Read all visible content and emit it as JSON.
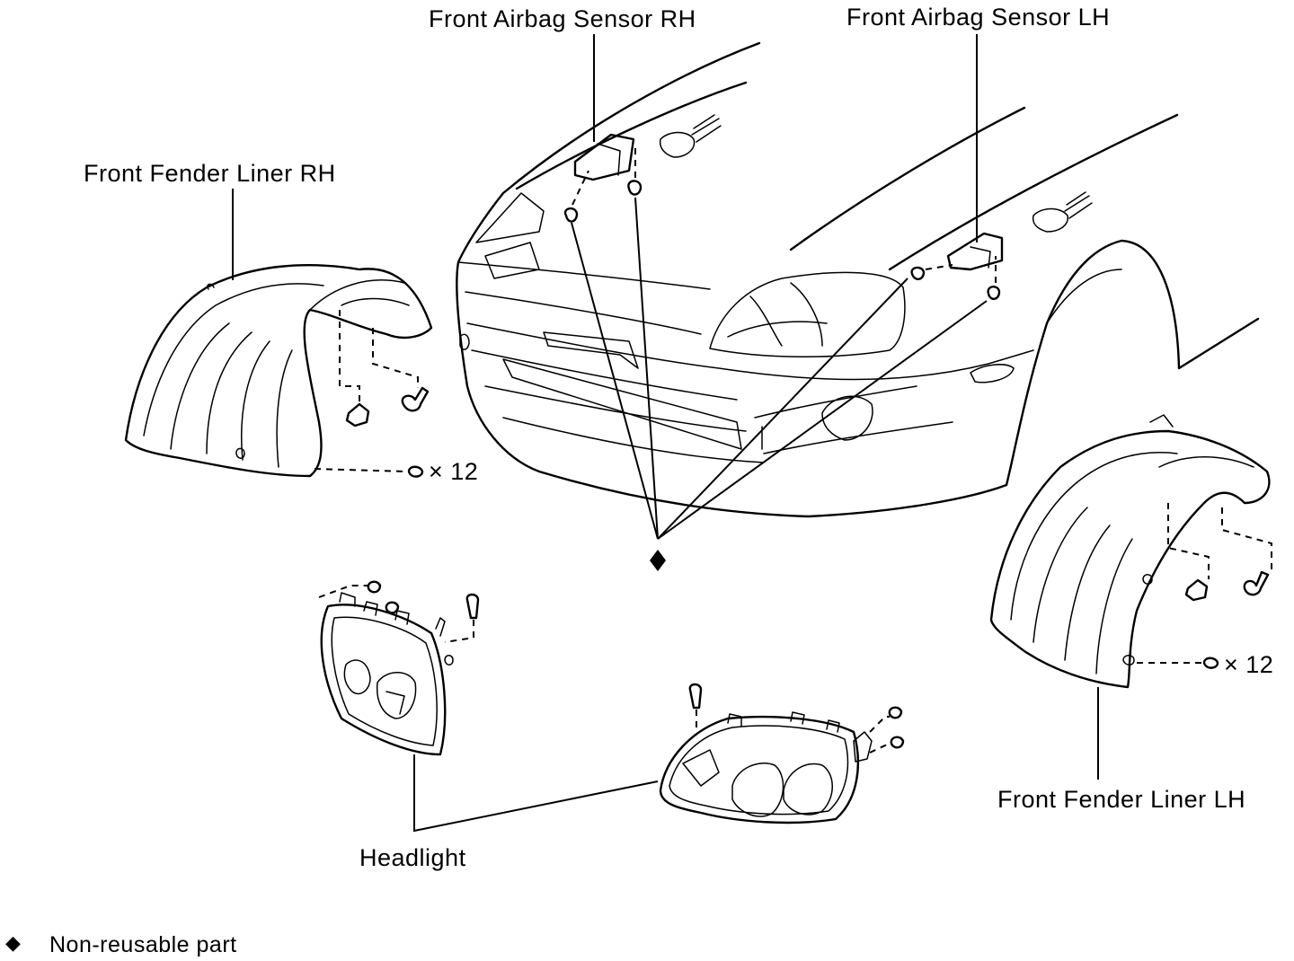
{
  "labels": {
    "sensor_rh": "Front Airbag Sensor RH",
    "sensor_lh": "Front Airbag Sensor LH",
    "liner_rh": "Front Fender Liner RH",
    "liner_lh": "Front Fender Liner LH",
    "headlight": "Headlight",
    "qty_rh": "× 12",
    "qty_lh": "× 12"
  },
  "legend": {
    "symbol": "◆",
    "text": "Non-reusable part"
  },
  "colors": {
    "ink": "#000000",
    "paper": "#ffffff"
  }
}
